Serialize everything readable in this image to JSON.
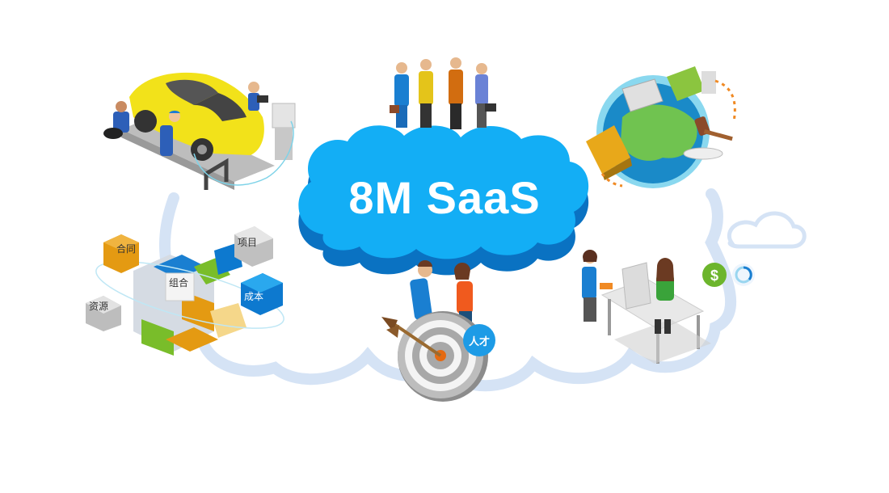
{
  "title": "8M SaaS",
  "colors": {
    "cloud_main": "#13aef5",
    "cloud_shadow": "#0a72c2",
    "bg_cloud": "#d5e3f5",
    "car_yellow": "#f2e21a",
    "cube_orange": "#e49a12",
    "cube_blue": "#0d79cf",
    "cube_green": "#79bd2a",
    "cube_gray": "#c8c8c8",
    "badge_blue": "#1d9be6",
    "dollar_green": "#6cb52c"
  },
  "scenes": {
    "manufacturing": {
      "label": "car-service-workshop"
    },
    "team": {
      "label": "business-team"
    },
    "logistics": {
      "label": "global-trade-logistics"
    },
    "management": {
      "cubes": [
        "合同",
        "项目",
        "组合",
        "成本",
        "资源"
      ]
    },
    "talent": {
      "badge": "人才"
    },
    "finance": {
      "dollar_symbol": "$"
    }
  }
}
